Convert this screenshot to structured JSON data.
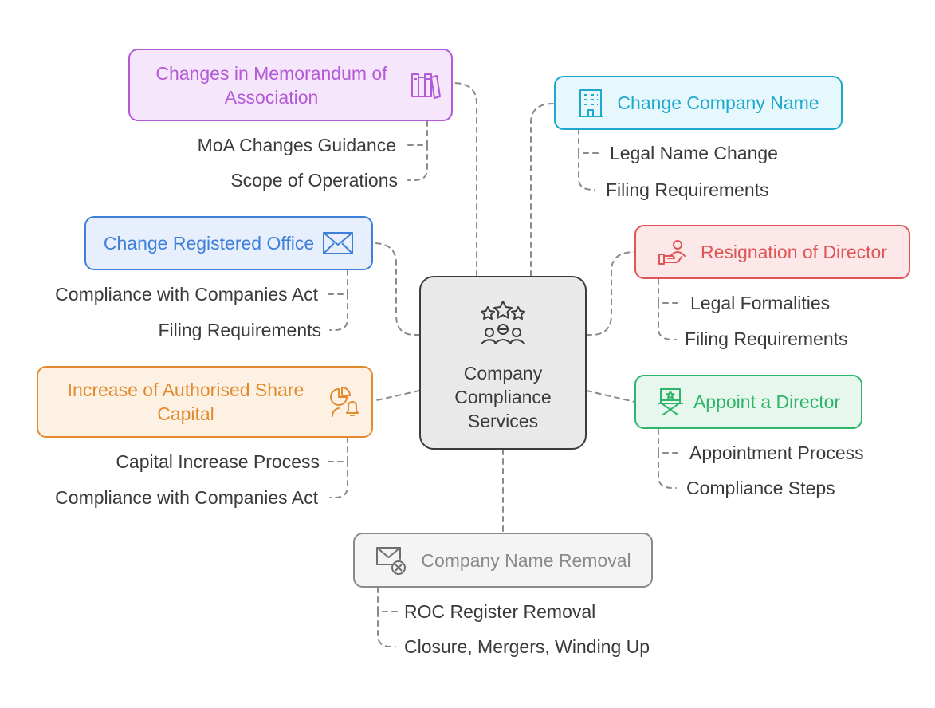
{
  "center": {
    "label": "Company Compliance Services",
    "icon": "people-stars-icon"
  },
  "branches": [
    {
      "title": "Changes in Memorandum of Association",
      "icon": "books-icon",
      "color": "#b35ad6",
      "bg": "#f6e6fb",
      "items": [
        "MoA Changes Guidance",
        "Scope of Operations"
      ]
    },
    {
      "title": "Change Company Name",
      "icon": "building-icon",
      "color": "#1da9cf",
      "bg": "#e6f8fc",
      "items": [
        "Legal Name Change",
        "Filing Requirements"
      ]
    },
    {
      "title": "Change Registered Office",
      "icon": "envelope-icon",
      "color": "#3d7fd9",
      "bg": "#e6effb",
      "items": [
        "Compliance with Companies Act",
        "Filing Requirements"
      ]
    },
    {
      "title": "Resignation of Director",
      "icon": "person-handout-icon",
      "color": "#e05555",
      "bg": "#fce8e8",
      "items": [
        "Legal Formalities",
        "Filing Requirements"
      ]
    },
    {
      "title": "Increase of Authorised Share Capital",
      "icon": "chart-bell-icon",
      "color": "#e38a2e",
      "bg": "#fdf1e3",
      "items": [
        "Capital Increase Process",
        "Compliance with Companies Act"
      ]
    },
    {
      "title": "Appoint a Director",
      "icon": "director-chair-icon",
      "color": "#2fb56a",
      "bg": "#e7f7ee",
      "items": [
        "Appointment Process",
        "Compliance Steps"
      ]
    },
    {
      "title": "Company Name Removal",
      "icon": "mail-remove-icon",
      "color": "#8a8a8a",
      "bg": "#f4f4f4",
      "items": [
        "ROC Register Removal",
        "Closure, Mergers, Winding Up"
      ]
    }
  ]
}
